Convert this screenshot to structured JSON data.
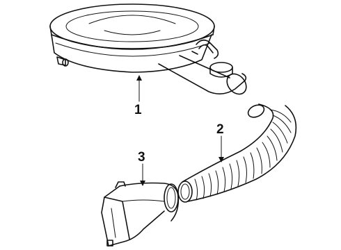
{
  "callouts": [
    {
      "id": "1",
      "label": "1"
    },
    {
      "id": "2",
      "label": "2"
    },
    {
      "id": "3",
      "label": "3"
    }
  ],
  "parts": [
    "air-cleaner-assembly",
    "intake-duct-hose",
    "duct-adapter"
  ]
}
